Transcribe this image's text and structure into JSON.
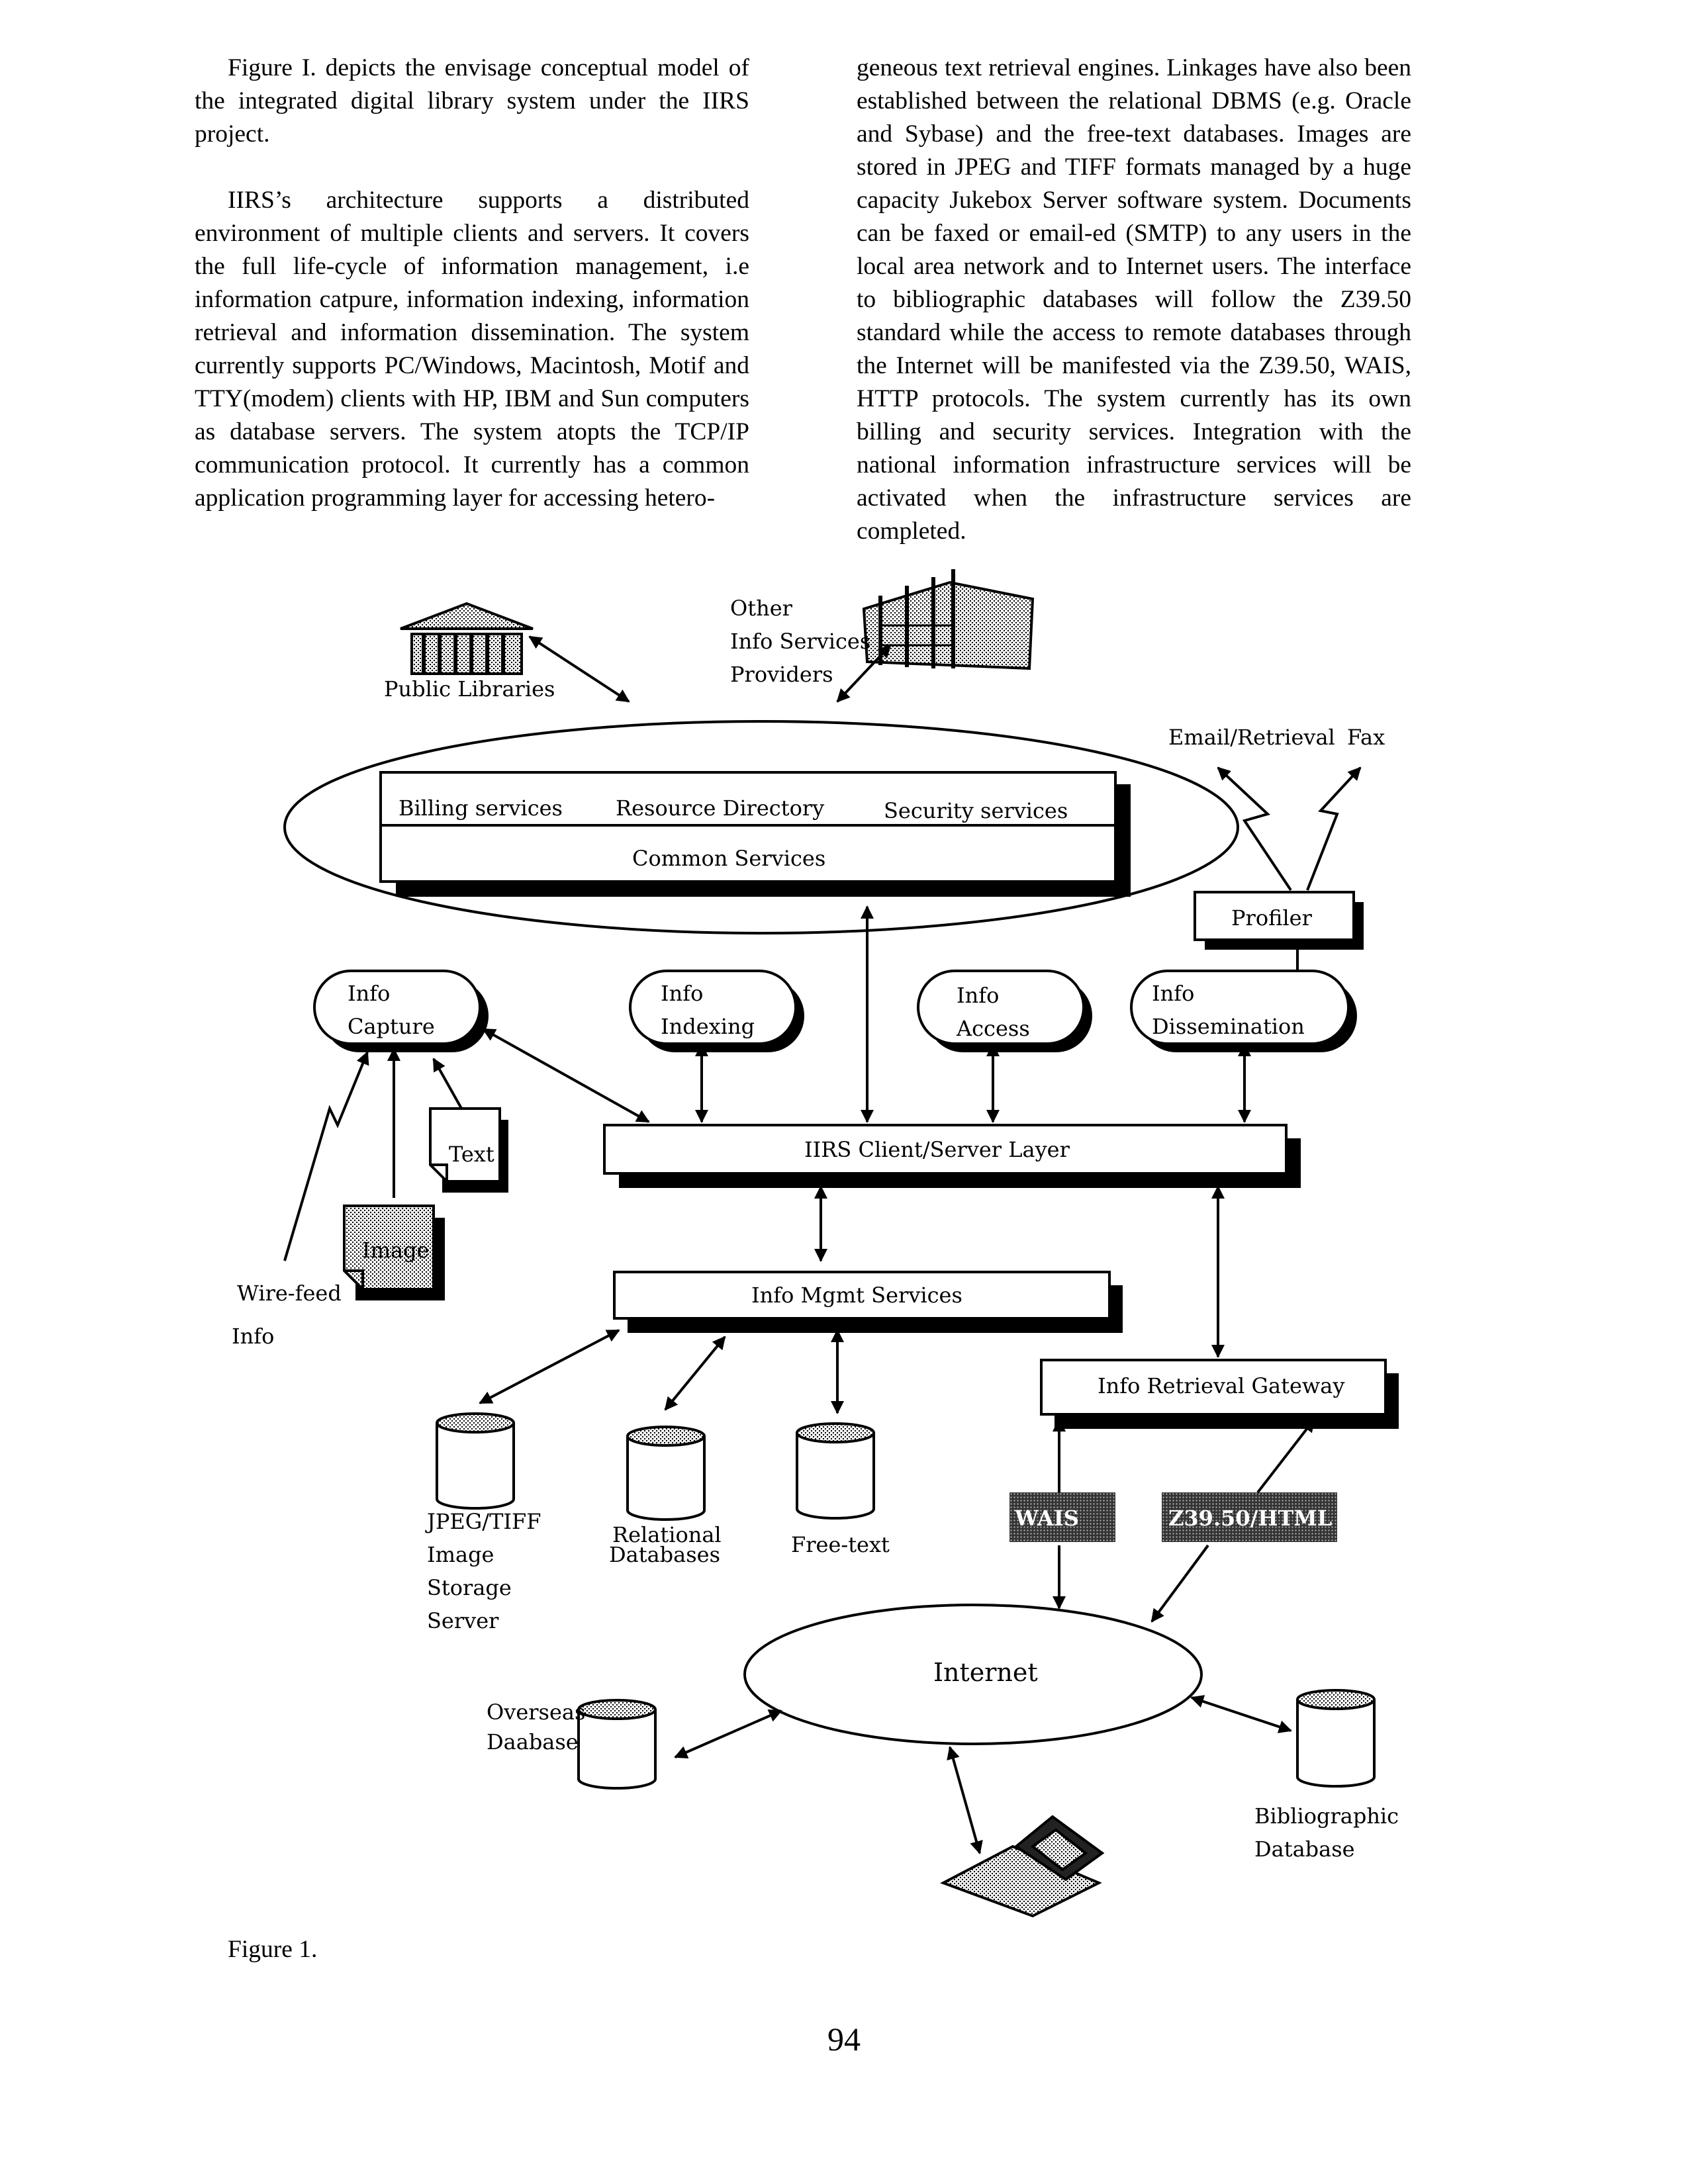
{
  "text": {
    "left_paragraphs": [
      "Figure I. depicts the envisage conceptual model of the integrated digital library system under the IIRS project.",
      "IIRS’s architecture supports a distributed environment of multiple clients and servers. It covers the full life-cycle of information management, i.e information catpure, information indexing, information retrieval and information dissemination. The system currently supports PC/Windows, Macintosh, Motif and TTY(modem) clients with HP, IBM and Sun computers as database servers. The system atopts the TCP/IP communication protocol. It currently has a common application programming layer for accessing hetero-"
    ],
    "right_paragraphs": [
      "geneous text retrieval engines. Linkages have also been established between the relational DBMS (e.g. Oracle and Sybase) and the free-text databases. Images are stored in JPEG and TIFF formats managed by a huge capacity Jukebox Server software system. Documents can be faxed or email-ed (SMTP) to any users in the local area network and to Internet users. The interface to bibliographic databases will follow the Z39.50 standard while the access to remote databases through the Internet will be manifested via the Z39.50, WAIS, HTTP protocols. The system currently has its own billing and security services. Integration with the national information infrastructure services will be activated when the infrastructure services are completed."
    ]
  },
  "figure": {
    "public_libraries": "Public Libraries",
    "other_info": [
      "Other",
      "Info Services",
      "Providers"
    ],
    "email_retrieval": "Email/Retrieval",
    "fax": "Fax",
    "billing": "Billing services",
    "resource_directory": "Resource Directory",
    "security": "Security services",
    "common_services": "Common Services",
    "profiler": "Profiler",
    "info_capture": [
      "Info",
      "Capture"
    ],
    "info_indexing": [
      "Info",
      "Indexing"
    ],
    "info_access": [
      "Info",
      "Access"
    ],
    "info_dissemination": [
      "Info",
      "Dissemination"
    ],
    "text_doc": "Text",
    "image_doc": "Image",
    "wire_feed": [
      "Wire-feed",
      "Info"
    ],
    "client_server_layer": "IIRS Client/Server Layer",
    "info_mgmt": "Info Mgmt Services",
    "info_retrieval_gateway": "Info Retrieval Gateway",
    "jpeg_tiff": [
      "JPEG/TIFF",
      "Image",
      "Storage",
      "Server"
    ],
    "relational": [
      "Relational",
      "Databases"
    ],
    "free_text": "Free-text",
    "wais": "WAIS",
    "z3950": "Z39.50/HTML",
    "internet": "Internet",
    "overseas": [
      "Overseas",
      "Daabase"
    ],
    "bibliographic": [
      "Bibliographic",
      "Database"
    ]
  },
  "caption": "Figure 1.",
  "page_number": "94"
}
